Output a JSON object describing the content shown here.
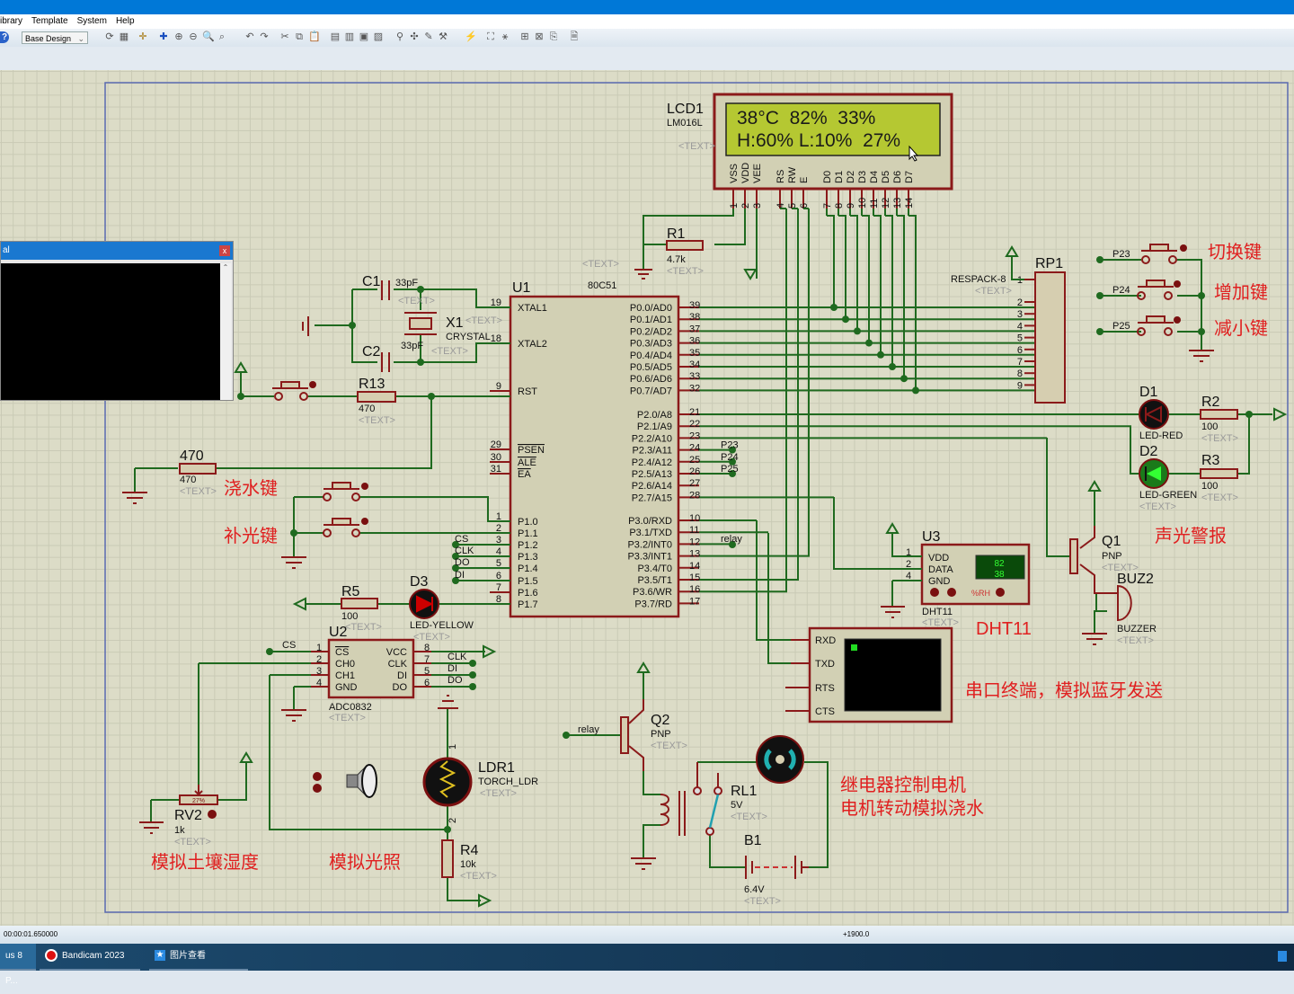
{
  "menu": [
    "ibrary",
    "Template",
    "System",
    "Help"
  ],
  "toolbar": {
    "design_select": "Base Design"
  },
  "terminal_window": {
    "title": "al",
    "close": "x"
  },
  "status": {
    "time": "00:00:01.650000",
    "coord": "+1900.0"
  },
  "taskbar": [
    "us 8 P...",
    "Bandicam 2023",
    "图片查看"
  ],
  "common": {
    "text_placeholder": "<TEXT>"
  },
  "lcd": {
    "ref": "LCD1",
    "part": "LM016L",
    "line1": "38°C  82%  33%",
    "line2": "H:60% L:10%  27%",
    "pins": [
      "VSS",
      "VDD",
      "VEE",
      "RS",
      "RW",
      "E",
      "D0",
      "D1",
      "D2",
      "D3",
      "D4",
      "D5",
      "D6",
      "D7"
    ],
    "pin_numbers": [
      "1",
      "2",
      "3",
      "4",
      "5",
      "6",
      "7",
      "8",
      "9",
      "10",
      "11",
      "12",
      "13",
      "14"
    ]
  },
  "u1": {
    "ref": "U1",
    "part": "80C51",
    "left_pins": [
      [
        "XTAL1",
        "19"
      ],
      [
        "XTAL2",
        "18"
      ],
      [
        "RST",
        "9"
      ],
      [
        "PSEN",
        "29"
      ],
      [
        "ALE",
        "30"
      ],
      [
        "EA",
        "31"
      ],
      [
        "P1.0",
        "1"
      ],
      [
        "P1.1",
        "2"
      ],
      [
        "P1.2",
        "3"
      ],
      [
        "P1.3",
        "4"
      ],
      [
        "P1.4",
        "5"
      ],
      [
        "P1.5",
        "6"
      ],
      [
        "P1.6",
        "7"
      ],
      [
        "P1.7",
        "8"
      ]
    ],
    "right_pins": [
      [
        "P0.0/AD0",
        "39"
      ],
      [
        "P0.1/AD1",
        "38"
      ],
      [
        "P0.2/AD2",
        "37"
      ],
      [
        "P0.3/AD3",
        "36"
      ],
      [
        "P0.4/AD4",
        "35"
      ],
      [
        "P0.5/AD5",
        "34"
      ],
      [
        "P0.6/AD6",
        "33"
      ],
      [
        "P0.7/AD7",
        "32"
      ],
      [
        "P2.0/A8",
        "21"
      ],
      [
        "P2.1/A9",
        "22"
      ],
      [
        "P2.2/A10",
        "23"
      ],
      [
        "P2.3/A11",
        "24"
      ],
      [
        "P2.4/A12",
        "25"
      ],
      [
        "P2.5/A13",
        "26"
      ],
      [
        "P2.6/A14",
        "27"
      ],
      [
        "P2.7/A15",
        "28"
      ],
      [
        "P3.0/RXD",
        "10"
      ],
      [
        "P3.1/TXD",
        "11"
      ],
      [
        "P3.2/INT0",
        "12"
      ],
      [
        "P3.3/INT1",
        "13"
      ],
      [
        "P3.4/T0",
        "14"
      ],
      [
        "P3.5/T1",
        "15"
      ],
      [
        "P3.6/WR",
        "16"
      ],
      [
        "P3.7/RD",
        "17"
      ]
    ]
  },
  "nets": {
    "p23": "P23",
    "p24": "P24",
    "p25": "P25",
    "relay": "relay",
    "cs": "CS",
    "clk": "CLK",
    "do": "DO",
    "di": "DI"
  },
  "r1": {
    "ref": "R1",
    "value": "4.7k"
  },
  "c1": {
    "ref": "C1",
    "value": "33pF"
  },
  "c2": {
    "ref": "C2",
    "value": "33pF"
  },
  "x1": {
    "ref": "X1",
    "part": "CRYSTAL"
  },
  "r13": {
    "ref": "R13",
    "value": "470"
  },
  "r470": {
    "ref": "470",
    "value": "470"
  },
  "rp1": {
    "ref": "RP1",
    "part": "RESPACK-8",
    "pins": [
      "1",
      "2",
      "3",
      "4",
      "5",
      "6",
      "7",
      "8",
      "9"
    ]
  },
  "d1": {
    "ref": "D1",
    "part": "LED-RED"
  },
  "r2": {
    "ref": "R2",
    "value": "100"
  },
  "d2": {
    "ref": "D2",
    "part": "LED-GREEN"
  },
  "r3": {
    "ref": "R3",
    "value": "100"
  },
  "q1": {
    "ref": "Q1",
    "part": "PNP"
  },
  "buz2": {
    "ref": "BUZ2",
    "part": "BUZZER"
  },
  "u3": {
    "ref": "U3",
    "part": "DHT11",
    "pins": [
      "VDD",
      "DATA",
      "GND"
    ],
    "pin_numbers": [
      "1",
      "2",
      "4"
    ],
    "humidity": "82",
    "temperature": "38",
    "unit": "%RH"
  },
  "vterm": {
    "pins": [
      "RXD",
      "TXD",
      "RTS",
      "CTS"
    ]
  },
  "u2": {
    "ref": "U2",
    "part": "ADC0832",
    "left_pins": [
      [
        "CS",
        "1"
      ],
      [
        "CH0",
        "2"
      ],
      [
        "CH1",
        "3"
      ],
      [
        "GND",
        "4"
      ]
    ],
    "right_pins": [
      [
        "VCC",
        "8"
      ],
      [
        "CLK",
        "7"
      ],
      [
        "DI",
        "5"
      ],
      [
        "DO",
        "6"
      ]
    ]
  },
  "rv2": {
    "ref": "RV2",
    "value": "1k",
    "position": "27%"
  },
  "ldr1": {
    "ref": "LDR1",
    "part": "TORCH_LDR",
    "pins": [
      "1",
      "2"
    ]
  },
  "r4": {
    "ref": "R4",
    "value": "10k"
  },
  "q2": {
    "ref": "Q2",
    "part": "PNP"
  },
  "rl1": {
    "ref": "RL1",
    "value": "5V"
  },
  "b1": {
    "ref": "B1",
    "value": "6.4V"
  },
  "d3": {
    "ref": "D3",
    "part": "LED-YELLOW"
  },
  "r5": {
    "ref": "R5",
    "value": "100"
  },
  "annotations": {
    "switch_key": "切换键",
    "inc_key": "增加键",
    "dec_key": "减小键",
    "water_key": "浇水键",
    "light_key": "补光键",
    "alarm": "声光警报",
    "dht11": "DHT11",
    "serial": "串口终端，模拟蓝牙发送",
    "relay1": "继电器控制电机",
    "relay2": "电机转动模拟浇水",
    "soil": "模拟土壤湿度",
    "light": "模拟光照"
  },
  "colors": {
    "wire": "#1f6a1f",
    "component": "#8b1a1a",
    "lcd_bg": "#b5c832",
    "annotation": "#e02020",
    "titlebar": "#0078d7"
  }
}
